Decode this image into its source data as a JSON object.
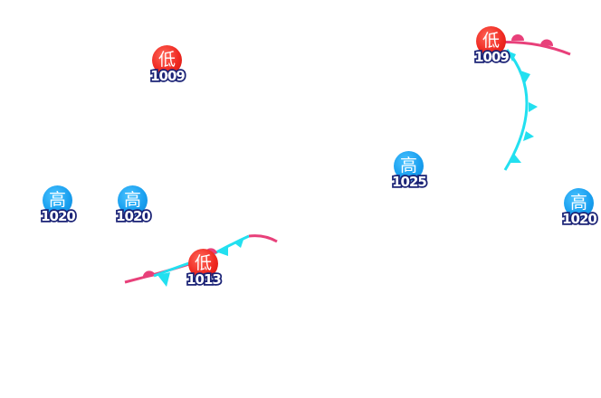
{
  "map": {
    "pressure_systems": [
      {
        "type": "low",
        "symbol": "低",
        "pressure": "1009"
      },
      {
        "type": "low",
        "symbol": "低",
        "pressure": "1009"
      },
      {
        "type": "high",
        "symbol": "高",
        "pressure": "1025"
      },
      {
        "type": "high",
        "symbol": "高",
        "pressure": "1020"
      },
      {
        "type": "high",
        "symbol": "高",
        "pressure": "1020"
      },
      {
        "type": "low",
        "symbol": "低",
        "pressure": "1013"
      },
      {
        "type": "high",
        "symbol": "高",
        "pressure": "1020"
      }
    ],
    "colors": {
      "low": "#f02a22",
      "high": "#1aa0f0",
      "warm_front": "#e8407a",
      "cold_front": "#22e0f0",
      "label_outline": "#1b2376"
    }
  }
}
